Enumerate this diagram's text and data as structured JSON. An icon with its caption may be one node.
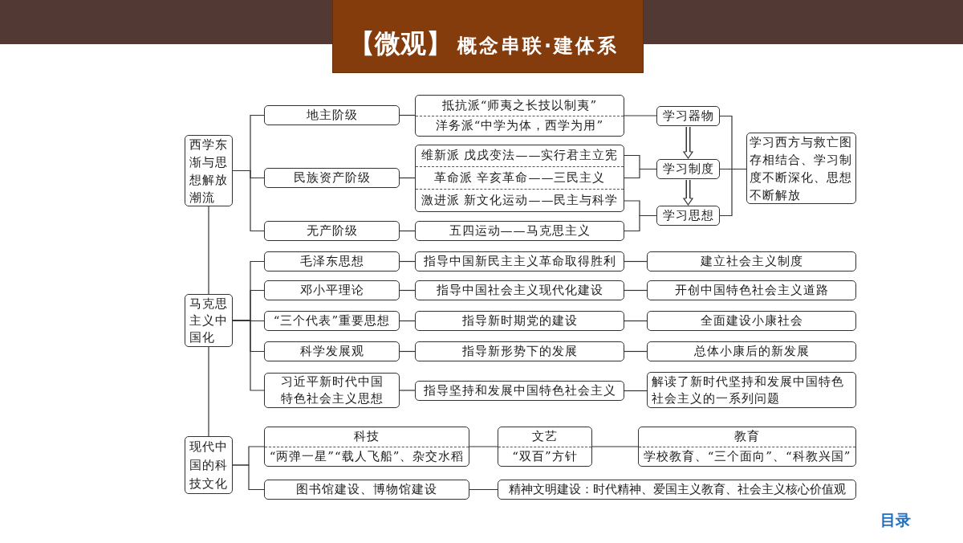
{
  "diagram": {
    "title": "【微观】",
    "nodes": [
      {
        "text": [
          "西学东渐与思想解放潮流"
        ]
      },
      {
        "text": [
          "地主阶级"
        ]
      },
      {
        "text": [
          "民族资产阶级"
        ]
      },
      {
        "text": [
          "无产阶级"
        ]
      },
      {
        "text": [
          "抵抗派“师夷之长技以制夷”",
          "洋务派“中学为体，西学为用”"
        ]
      },
      {
        "text": [
          "维新派 戊戌变法——实行君主立宪",
          "革命派 辛亥革命——三民主义",
          "激进派 新文化运动——民主与科学"
        ]
      },
      {
        "text": [
          "五四运动——马克思主义"
        ]
      },
      {
        "text": [
          "学习器物"
        ]
      },
      {
        "text": [
          "学习制度"
        ]
      },
      {
        "text": [
          "学习思想"
        ]
      },
      {
        "text": [
          "学习西方与救亡图存相结合、学习制度不断深化、思想不断解放"
        ]
      },
      {
        "text": [
          "马克思主义中国化"
        ]
      },
      {
        "text": [
          "毛泽东思想"
        ]
      },
      {
        "text": [
          "指导中国新民主主义革命取得胜利"
        ]
      },
      {
        "text": [
          "建立社会主义制度"
        ]
      },
      {
        "text": [
          "邓小平理论"
        ]
      },
      {
        "text": [
          "指导中国社会主义现代化建设"
        ]
      },
      {
        "text": [
          "开创中国特色社会主义道路"
        ]
      },
      {
        "text": [
          "“三个代表”重要思想"
        ]
      },
      {
        "text": [
          "指导新时期党的建设"
        ]
      },
      {
        "text": [
          "全面建设小康社会"
        ]
      },
      {
        "text": [
          "科学发展观"
        ]
      },
      {
        "text": [
          "指导新形势下的发展"
        ]
      },
      {
        "text": [
          "总体小康后的新发展"
        ]
      },
      {
        "text": [
          "习近平新时代中国特色社会主义思想"
        ]
      },
      {
        "text": [
          "指导坚持和发展中国特色社会主义"
        ]
      },
      {
        "text": [
          "解读了新时代坚持和发展中国特色社会主义的一系列问题"
        ]
      },
      {
        "text": [
          "现代中国的科技文化"
        ]
      },
      {
        "text": [
          "科技",
          "“两弹一星”“载人飞船”、杂交水稻"
        ]
      },
      {
        "text": [
          "文艺",
          "“双百”方针"
        ]
      },
      {
        "text": [
          "教育",
          "学校教育、“三个面向”、“科教兴国”"
        ]
      },
      {
        "text": [
          "图书馆建设、博物馆建设"
        ]
      },
      {
        "text": [
          "精神文明建设：时代精神、爱国主义教育、社会主义核心价值观"
        ]
      }
    ],
    "edges": [
      {
        "from": 0,
        "to": 1,
        "arrow": "none"
      },
      {
        "from": 0,
        "to": 2,
        "arrow": "none"
      },
      {
        "from": 0,
        "to": 3,
        "arrow": "none"
      },
      {
        "from": 1,
        "to": 4,
        "arrow": "none"
      },
      {
        "from": 2,
        "to": 5,
        "arrow": "none"
      },
      {
        "from": 3,
        "to": 6,
        "arrow": "none"
      },
      {
        "from": 4,
        "to": 7,
        "arrow": "none"
      },
      {
        "from": 5,
        "to": 8,
        "arrow": "none"
      },
      {
        "from": 5,
        "to": 9,
        "arrow": "none"
      },
      {
        "from": 6,
        "to": 9,
        "arrow": "none"
      },
      {
        "from": 7,
        "to": 8,
        "arrow": "to"
      },
      {
        "from": 8,
        "to": 9,
        "arrow": "to"
      },
      {
        "from": 7,
        "to": 10,
        "arrow": "none"
      },
      {
        "from": 8,
        "to": 10,
        "arrow": "none"
      },
      {
        "from": 9,
        "to": 10,
        "arrow": "none"
      },
      {
        "from": 0,
        "to": 11,
        "arrow": "none"
      },
      {
        "from": 11,
        "to": 12,
        "arrow": "none"
      },
      {
        "from": 11,
        "to": 15,
        "arrow": "none"
      },
      {
        "from": 11,
        "to": 18,
        "arrow": "none"
      },
      {
        "from": 11,
        "to": 21,
        "arrow": "none"
      },
      {
        "from": 11,
        "to": 24,
        "arrow": "none"
      },
      {
        "from": 12,
        "to": 13,
        "arrow": "none"
      },
      {
        "from": 13,
        "to": 14,
        "arrow": "none"
      },
      {
        "from": 15,
        "to": 16,
        "arrow": "none"
      },
      {
        "from": 16,
        "to": 17,
        "arrow": "none"
      },
      {
        "from": 18,
        "to": 19,
        "arrow": "none"
      },
      {
        "from": 19,
        "to": 20,
        "arrow": "none"
      },
      {
        "from": 21,
        "to": 22,
        "arrow": "none"
      },
      {
        "from": 22,
        "to": 23,
        "arrow": "none"
      },
      {
        "from": 24,
        "to": 25,
        "arrow": "none"
      },
      {
        "from": 25,
        "to": 26,
        "arrow": "none"
      },
      {
        "from": 11,
        "to": 27,
        "arrow": "none"
      },
      {
        "from": 27,
        "to": 28,
        "arrow": "none"
      },
      {
        "from": 27,
        "to": 31,
        "arrow": "none"
      },
      {
        "from": 28,
        "to": 29,
        "arrow": "none"
      },
      {
        "from": 29,
        "to": 30,
        "arrow": "none"
      },
      {
        "from": 31,
        "to": 32,
        "arrow": "none"
      }
    ],
    "labels": [
      "概念串联·建体系",
      "目录"
    ]
  }
}
